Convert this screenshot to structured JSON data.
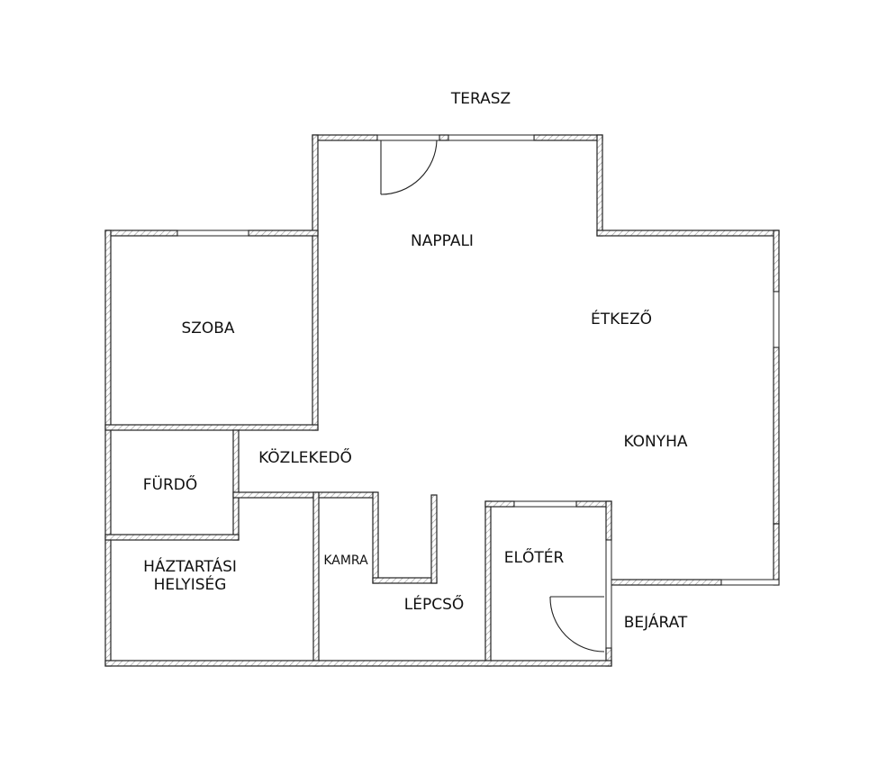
{
  "title": "Floor plan",
  "rooms": {
    "terasz": "TERASZ",
    "nappali": "NAPPALI",
    "szoba": "SZOBA",
    "etkezo": "ÉTKEZŐ",
    "konyha": "KONYHA",
    "kozlekedo": "KÖZLEKEDŐ",
    "furdo": "FÜRDŐ",
    "haztartasi_1": "HÁZTARTÁSI",
    "haztartasi_2": "HELYISÉG",
    "kamra": "KAMRA",
    "lepcso": "LÉPCSŐ",
    "eloter": "ELŐTÉR",
    "bejarat": "BEJÁRAT"
  },
  "colors": {
    "wall_line": "#222222",
    "hatch": "#9a9a9a"
  }
}
